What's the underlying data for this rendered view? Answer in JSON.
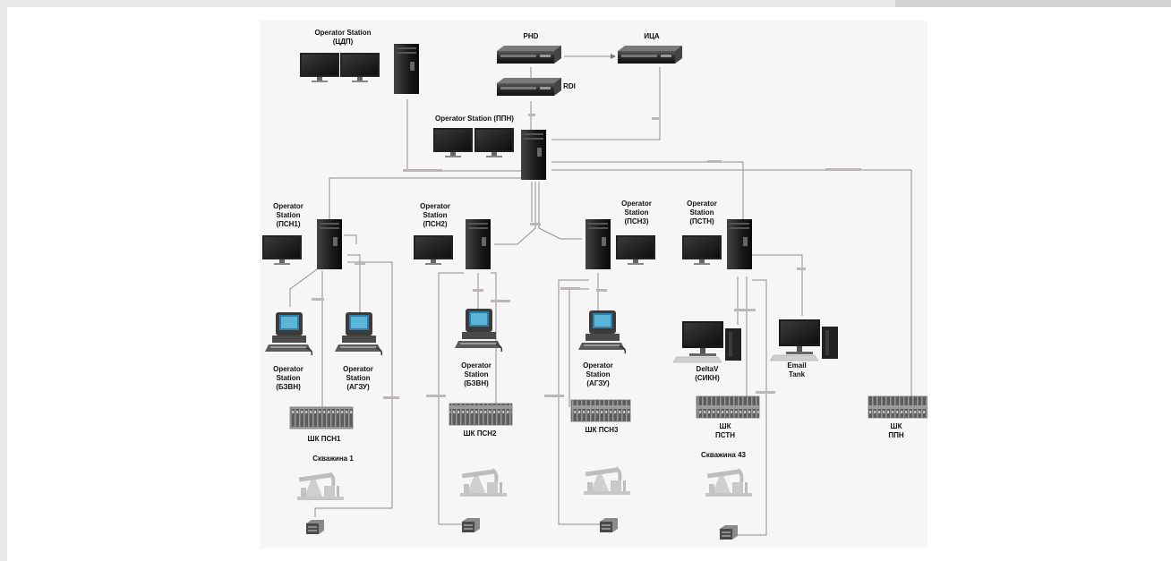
{
  "labels": {
    "os_cdp": [
      "Operator Station",
      "(ЦДП)"
    ],
    "phd": "PHD",
    "ica": "ИЦА",
    "rdi": "RDI",
    "os_ppn": "Operator Station (ППН)",
    "os_psn1": [
      "Operator",
      "Station",
      "(ПСН1)"
    ],
    "os_psn2": [
      "Operator",
      "Station",
      "(ПСН2)"
    ],
    "os_psn3": [
      "Operator",
      "Station",
      "(ПСН3)"
    ],
    "os_pstn": [
      "Operator",
      "Station",
      "(ПСТН)"
    ],
    "os_bzvn1": [
      "Operator",
      "Station",
      "(БЗВН)"
    ],
    "os_agzu1": [
      "Operator",
      "Station",
      "(АГЗУ)"
    ],
    "os_bzvn2": [
      "Operator",
      "Station",
      "(БЗВН)"
    ],
    "os_agzu2": [
      "Operator",
      "Station",
      "(АГЗУ)"
    ],
    "deltav": [
      "DeltaV",
      "(СИКН)"
    ],
    "email_tank": [
      "Email",
      "Tank"
    ],
    "shk_psn1": "ШК ПСН1",
    "shk_psn2": "ШК ПСН2",
    "shk_psn3": "ШК ПСН3",
    "shk_pstn": [
      "ШК",
      "ПСТН"
    ],
    "shk_ppn": [
      "ШК",
      "ППН"
    ],
    "well_1": "Скважина 1",
    "well_43": "Скважина 43"
  },
  "colors": {
    "device_dark": "#1e1e1e",
    "wire": "#8e8e8e",
    "well_grey": "#c2c2c2"
  }
}
